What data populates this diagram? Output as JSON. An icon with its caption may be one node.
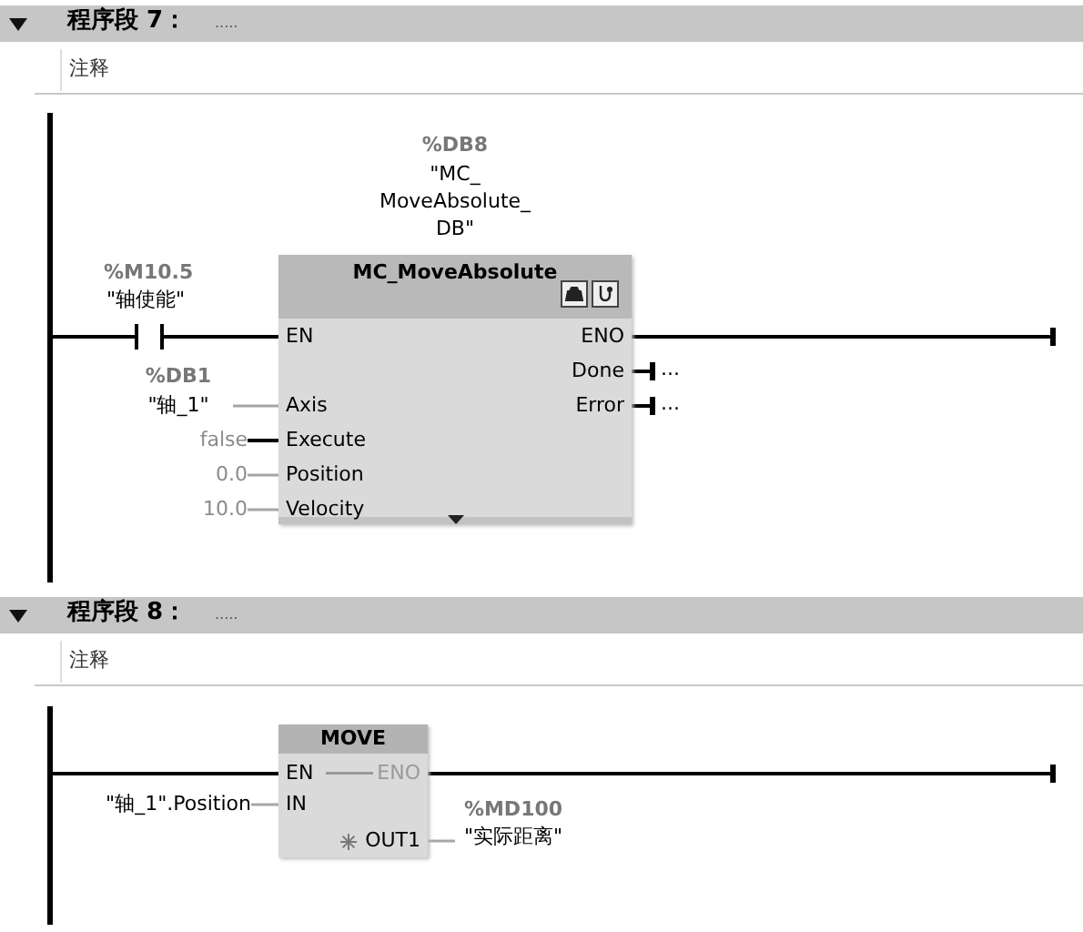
{
  "diagram": {
    "nodes": [
      {
        "text": [
          "程序段 7：",
          "....."
        ]
      },
      {
        "text": [
          "注释"
        ]
      },
      {
        "text": [],
        "shape": "bar"
      },
      {
        "text": [
          "%M10.5",
          "\"轴使能\""
        ]
      },
      {
        "text": [
          "MC_MoveAbsolute",
          "EN",
          "ENO",
          "Done",
          "Error",
          "Axis",
          "Execute",
          "Position",
          "Velocity"
        ],
        "beside": [
          "%DB8",
          "\"MC_ MoveAbsolute_ DB\""
        ]
      },
      {
        "text": [
          "%DB1",
          "\"轴_1\""
        ]
      },
      {
        "text": [
          "false"
        ]
      },
      {
        "text": [
          "0.0"
        ]
      },
      {
        "text": [
          "10.0"
        ]
      },
      {
        "text": [
          "..."
        ]
      },
      {
        "text": [
          "..."
        ]
      },
      {
        "text": [
          "程序段 8：",
          "....."
        ]
      },
      {
        "text": [
          "注释"
        ]
      },
      {
        "text": [],
        "shape": "bar"
      },
      {
        "text": [
          "MOVE",
          "EN",
          "ENO",
          "IN",
          "OUT1"
        ]
      },
      {
        "text": [
          "\"轴_1\".Position"
        ]
      },
      {
        "text": [
          "%MD100",
          "\"实际距离\""
        ]
      }
    ],
    "edges": [
      {
        "from": 2,
        "to": 3,
        "arrow": "none"
      },
      {
        "from": 3,
        "to": 4,
        "arrow": "none"
      },
      {
        "from": 4,
        "to": null,
        "arrow": "other"
      },
      {
        "from": 4,
        "to": 9,
        "arrow": "other"
      },
      {
        "from": 4,
        "to": 10,
        "arrow": "other"
      },
      {
        "from": 5,
        "to": 4,
        "arrow": "none",
        "color": "#a6a6a6"
      },
      {
        "from": 6,
        "to": 4,
        "arrow": "none"
      },
      {
        "from": 7,
        "to": 4,
        "arrow": "none",
        "color": "#a6a6a6"
      },
      {
        "from": 8,
        "to": 4,
        "arrow": "none",
        "color": "#a6a6a6"
      },
      {
        "from": 13,
        "to": 14,
        "arrow": "none"
      },
      {
        "from": 14,
        "to": null,
        "arrow": "other"
      },
      {
        "from": 15,
        "to": 14,
        "arrow": "none",
        "color": "#a6a6a6"
      },
      {
        "from": 14,
        "to": 16,
        "arrow": "none",
        "color": "#a6a6a6"
      }
    ]
  }
}
